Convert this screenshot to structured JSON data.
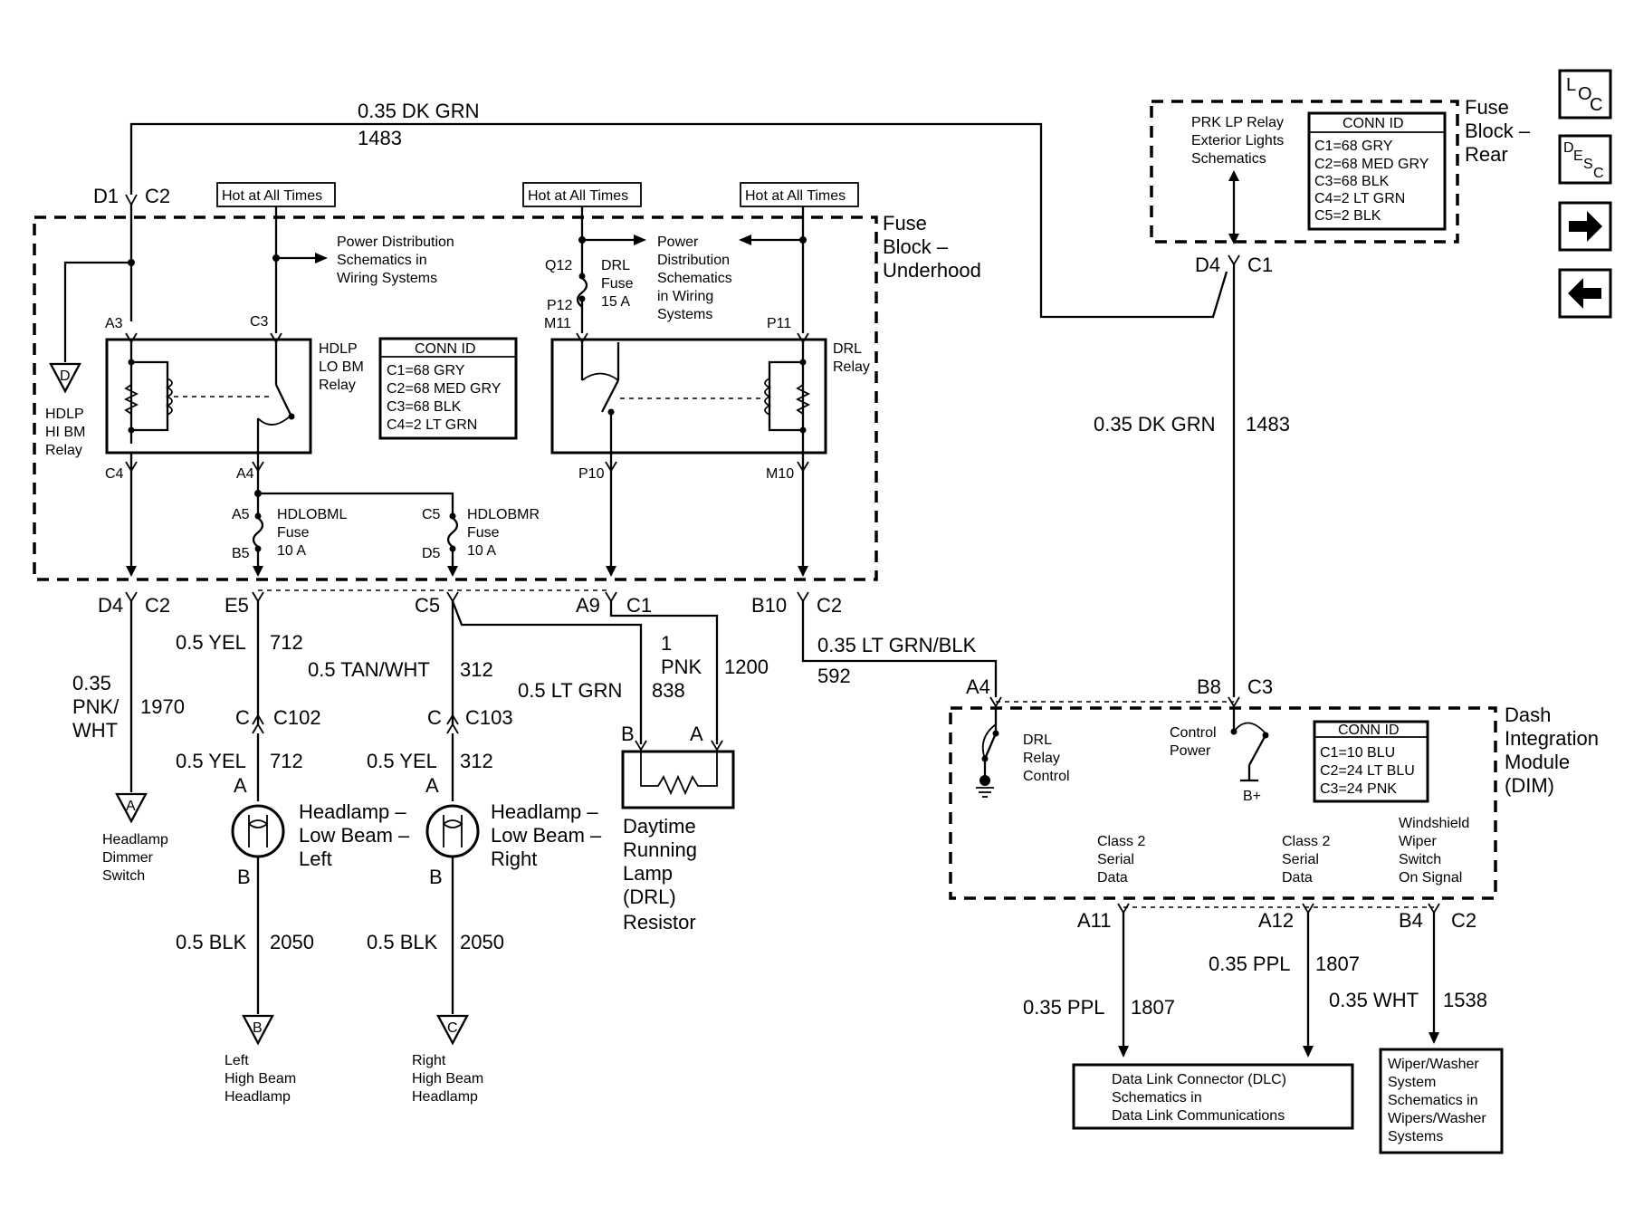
{
  "nav": {
    "loc": {
      "a": "L",
      "b": "O",
      "c": "C"
    },
    "desc": {
      "a": "D",
      "b": "E",
      "c": "S",
      "d": "C"
    }
  },
  "wires": {
    "top_color": "0.35 DK GRN",
    "top_circuit": "1483",
    "right_color": "0.35 DK GRN",
    "right_circuit": "1483",
    "pnk_whtA": "0.35",
    "pnk_whtB": "PNK/",
    "pnk_whtC": "WHT",
    "pnk_wht_circuit": "1970",
    "yel1_color": "0.5 YEL",
    "yel1_circuit": "712",
    "tan_color": "0.5 TAN/WHT",
    "tan_circuit": "312",
    "ltgrn_color": "0.5 LT GRN",
    "ltgrn_circuit": "838",
    "pnk1": "1",
    "pnk2": "PNK",
    "pnk_circuit": "1200",
    "ltgrnblk_color": "0.35 LT GRN/BLK",
    "ltgrnblk_circuit": "592",
    "yel2_color": "0.5 YEL",
    "yel2_circuit": "712",
    "yel3_color": "0.5 YEL",
    "yel3_circuit": "312",
    "blk1_color": "0.5 BLK",
    "blk1_circuit": "2050",
    "blk2_color": "0.5 BLK",
    "blk2_circuit": "2050",
    "ppl1_color": "0.35 PPL",
    "ppl1_circuit": "1807",
    "ppl2_color": "0.35 PPL",
    "ppl2_circuit": "1807",
    "wht_color": "0.35 WHT",
    "wht_circuit": "1538"
  },
  "pins": {
    "d1": "D1",
    "c2a": "C2",
    "d4a": "D4",
    "c2b": "C2",
    "e5": "E5",
    "c5": "C5",
    "a9": "A9",
    "c1a": "C1",
    "b10": "B10",
    "c2c": "C2",
    "a3": "A3",
    "c3": "C3",
    "c4": "C4",
    "a4": "A4",
    "a5": "A5",
    "b5": "B5",
    "c5i": "C5",
    "d5": "D5",
    "q12": "Q12",
    "p12": "P12",
    "m11": "M11",
    "p11": "P11",
    "p10": "P10",
    "m10": "M10",
    "d4b": "D4",
    "c1b": "C1",
    "c_a": "C",
    "c102": "C102",
    "c_b": "C",
    "c103": "C103",
    "a_l": "A",
    "a_r": "A",
    "b_l": "B",
    "b_r": "B",
    "b_drl": "B",
    "a_drl": "A",
    "a4d": "A4",
    "b8": "B8",
    "c3d": "C3",
    "a11": "A11",
    "a12": "A12",
    "b4": "B4",
    "c2d": "C2"
  },
  "hot": [
    "Hot at All Times",
    "Hot at All Times",
    "Hot at All Times"
  ],
  "fuse_block_underhood": [
    "Fuse",
    "Block –",
    "Underhood"
  ],
  "fuse_block_rear": [
    "Fuse",
    "Block –",
    "Rear"
  ],
  "dim_title": [
    "Dash",
    "Integration",
    "Module",
    "(DIM)"
  ],
  "power_dist_left": [
    "Power Distribution",
    "Schematics in",
    "Wiring Systems"
  ],
  "power_dist_right": [
    "Power",
    "Distribution",
    "Schematics",
    "in Wiring",
    "Systems"
  ],
  "drl_fuse": [
    "DRL",
    "Fuse",
    "15 A"
  ],
  "hdlp_lo_relay": [
    "HDLP",
    "LO BM",
    "Relay"
  ],
  "drl_relay": [
    "DRL",
    "Relay"
  ],
  "hdlp_hi_relay": [
    "HDLP",
    "HI BM",
    "Relay"
  ],
  "hdlobml_fuse": [
    "HDLOBML",
    "Fuse",
    "10 A"
  ],
  "hdlobmr_fuse": [
    "HDLOBMR",
    "Fuse",
    "10 A"
  ],
  "conn_underhood": {
    "title": "CONN ID",
    "rows": [
      "C1=68 GRY",
      "C2=68 MED GRY",
      "C3=68 BLK",
      "C4=2 LT GRN"
    ]
  },
  "conn_rear": {
    "title": "CONN ID",
    "rows": [
      "C1=68 GRY",
      "C2=68 MED GRY",
      "C3=68 BLK",
      "C4=2 LT GRN",
      "C5=2 BLK"
    ]
  },
  "conn_dim": {
    "title": "CONN ID",
    "rows": [
      "C1=10 BLU",
      "C2=24 LT BLU",
      "C3=24 PNK"
    ]
  },
  "prk_lp": [
    "PRK LP Relay",
    "Exterior Lights",
    "Schematics"
  ],
  "headlamp_left": [
    "Headlamp –",
    "Low Beam –",
    "Left"
  ],
  "headlamp_right": [
    "Headlamp –",
    "Low Beam –",
    "Right"
  ],
  "drl_resistor": [
    "Daytime",
    "Running",
    "Lamp",
    "(DRL)",
    "Resistor"
  ],
  "offpage": {
    "a_letter": "A",
    "a_label": [
      "Headlamp",
      "Dimmer",
      "Switch"
    ],
    "b_letter": "B",
    "b_label": [
      "Left",
      "High Beam",
      "Headlamp"
    ],
    "c_letter": "C",
    "c_label": [
      "Right",
      "High Beam",
      "Headlamp"
    ],
    "d_letter": "D"
  },
  "dim_labels": {
    "drl_ctrl": [
      "DRL",
      "Relay",
      "Control"
    ],
    "ctrl_power": [
      "Control",
      "Power"
    ],
    "bplus": "B+",
    "class2a": [
      "Class 2",
      "Serial",
      "Data"
    ],
    "class2b": [
      "Class 2",
      "Serial",
      "Data"
    ],
    "wiper_sig": [
      "Windshield",
      "Wiper",
      "Switch",
      "On Signal"
    ]
  },
  "dlc_box": [
    "Data Link Connector (DLC)",
    "Schematics in",
    "Data Link Communications"
  ],
  "wiper_box": [
    "Wiper/Washer",
    "System",
    "Schematics in",
    "Wipers/Washer",
    "Systems"
  ]
}
